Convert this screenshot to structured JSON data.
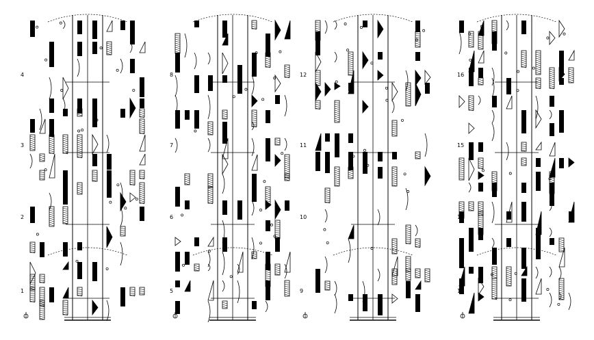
{
  "document": {
    "kind": "labanotation score",
    "columns": [
      {
        "measures": [
          "1",
          "2",
          "3",
          "4"
        ],
        "start_symbol": true
      },
      {
        "measures": [
          "5",
          "6",
          "7",
          "8"
        ],
        "start_symbol": true
      },
      {
        "measures": [
          "9",
          "10",
          "11",
          "12"
        ],
        "start_symbol": true
      },
      {
        "measures": [
          "13",
          "14",
          "15",
          "16"
        ],
        "start_symbol": true
      }
    ]
  }
}
